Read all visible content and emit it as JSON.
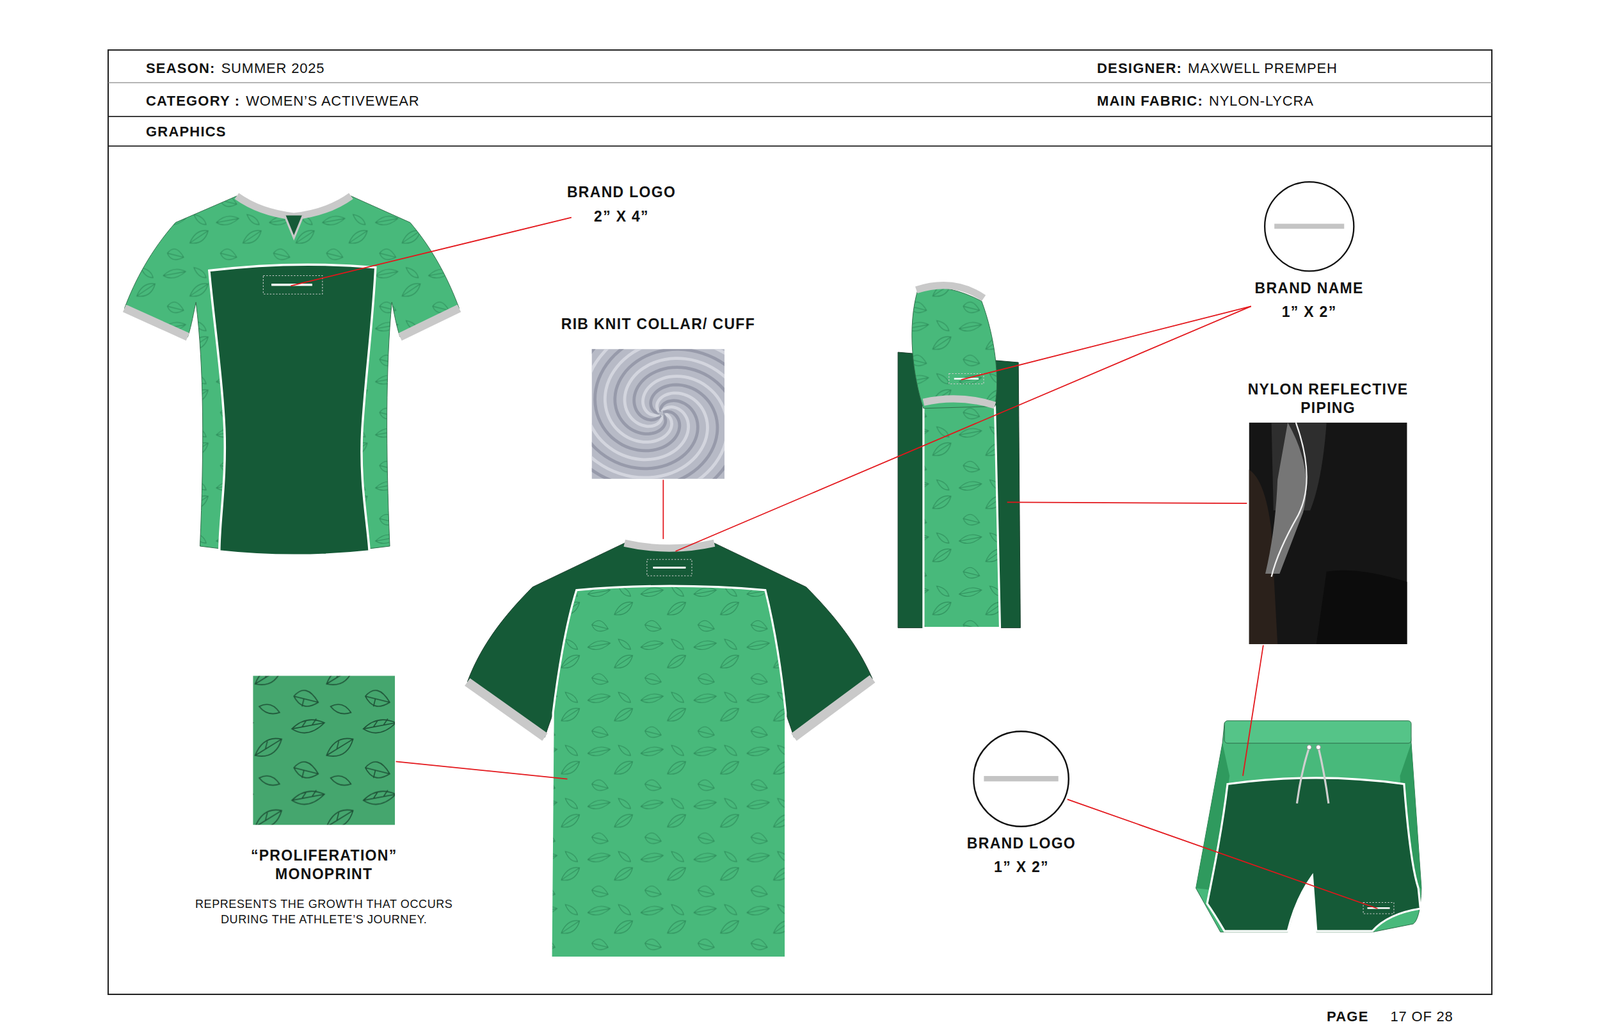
{
  "diagram": {
    "nodes": [
      {
        "text": [
          "RIB KNIT COLLAR/ CUFF"
        ]
      },
      {
        "text": [
          "BRAND NAME",
          "1” X 2”"
        ]
      },
      {
        "text": [
          "NYLON REFLECTIVE PIPING"
        ]
      },
      {
        "text": [
          "“PROLIFERATION” MONOPRINT",
          "REPRESENTS THE GROWTH THAT OCCURS DURING THE ATHLETE’S JOURNEY."
        ]
      },
      {
        "text": [
          "BRAND LOGO",
          "1” X 2”"
        ]
      }
    ],
    "labels": [
      "SEASON:",
      "SUMMER 2025",
      "DESIGNER:",
      "MAXWELL PREMPEH",
      "CATEGORY :",
      "WOMEN’S ACTIVEWEAR",
      "MAIN FABRIC:",
      "NYLON-LYCRA",
      "GRAPHICS",
      "BRAND LOGO",
      "2” X 4”",
      "PAGE",
      "17 OF 28"
    ]
  }
}
